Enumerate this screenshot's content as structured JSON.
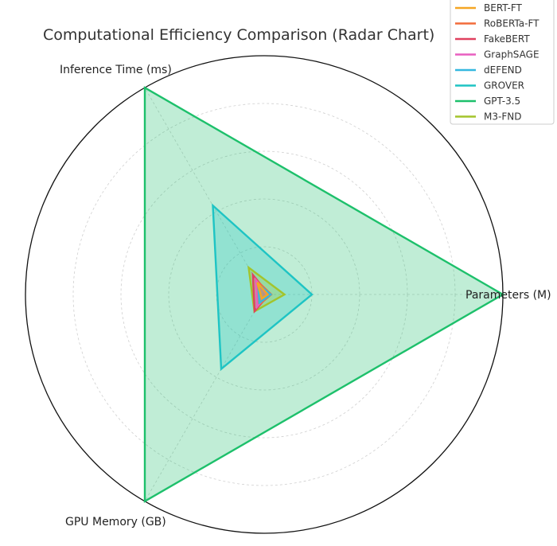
{
  "chart_data": {
    "type": "radar",
    "title": "Computational Efficiency Comparison (Radar Chart)",
    "axes": [
      "Parameters (M)",
      "Inference Time (ms)",
      "GPU Memory (GB)"
    ],
    "rmax": 1.0,
    "grid": true,
    "legend_position": "top-right",
    "series": [
      {
        "name": "BERT-FT",
        "color": "#F5A623",
        "values": [
          0.015,
          0.058,
          0.02
        ]
      },
      {
        "name": "RoBERTa-FT",
        "color": "#F26B3A",
        "values": [
          0.03,
          0.072,
          0.055
        ]
      },
      {
        "name": "FakeBERT",
        "color": "#E0405F",
        "values": [
          0.02,
          0.095,
          0.08
        ]
      },
      {
        "name": "GraphSAGE",
        "color": "#E85FC0",
        "values": [
          0.01,
          0.07,
          0.06
        ]
      },
      {
        "name": "dEFEND",
        "color": "#35B8E0",
        "values": [
          0.028,
          0.05,
          0.04
        ]
      },
      {
        "name": "GROVER",
        "color": "#1EC4C4",
        "values": [
          0.2,
          0.43,
          0.36
        ]
      },
      {
        "name": "GPT-3.5",
        "color": "#1DC06B",
        "values": [
          1.0,
          1.0,
          1.0
        ]
      },
      {
        "name": "M3-FND",
        "color": "#A3C42B",
        "values": [
          0.085,
          0.13,
          0.082
        ]
      }
    ]
  }
}
